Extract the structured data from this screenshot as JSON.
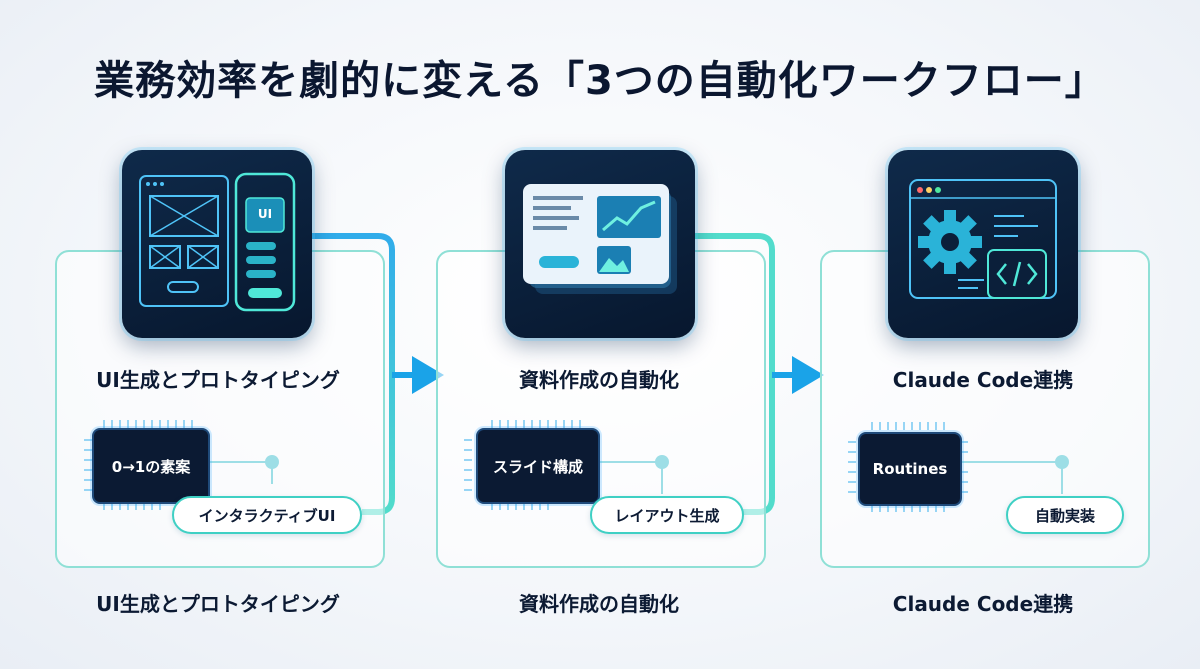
{
  "title": "業務効率を劇的に変える「3つの自動化ワークフロー」",
  "colors": {
    "accent_blue": "#1aa3e8",
    "accent_teal": "#3fd9c6",
    "dark_navy": "#0b1a33"
  },
  "workflows": [
    {
      "heading": "UI生成とプロトタイピング",
      "footer": "UI生成とプロトタイピング",
      "icon": "ui-wireframe-phone-icon",
      "icon_text": "UI",
      "chip": "0→1の素案",
      "pill": "インタラクティブUI"
    },
    {
      "heading": "資料作成の自動化",
      "footer": "資料作成の自動化",
      "icon": "slides-chart-icon",
      "chip": "スライド構成",
      "pill": "レイアウト生成"
    },
    {
      "heading": "Claude Code連携",
      "footer": "Claude Code連携",
      "icon": "gear-code-window-icon",
      "chip": "Routines",
      "pill": "自動実装"
    }
  ]
}
